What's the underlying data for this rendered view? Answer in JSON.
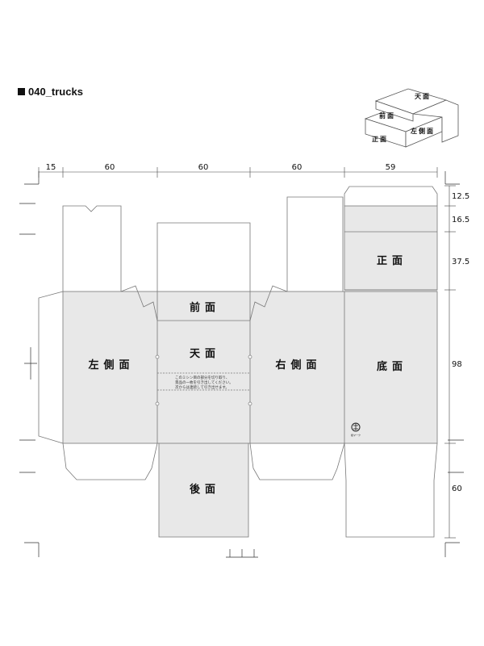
{
  "title": "040_trucks",
  "dimensions": {
    "horizontal": [
      "15",
      "60",
      "60",
      "60",
      "59"
    ],
    "vertical": [
      "12.5",
      "16.5",
      "37.5",
      "98",
      "60"
    ]
  },
  "panels": {
    "left_side": "左側面",
    "front": "前面",
    "top": "天面",
    "right_side": "右側面",
    "bottom": "底面",
    "face": "正面",
    "back": "後面"
  },
  "panel_note": [
    "このミシン目の部分を切り取り、",
    "景品の一枚を引き出してください。",
    "次からは連続して引き出せます。"
  ],
  "recycle_mark_label": "紙マーク",
  "preview_labels": {
    "top": "天面",
    "front": "前面",
    "face": "正面",
    "left_side": "左側面"
  },
  "colors": {
    "panel_fill": "#e8e8e8",
    "line": "#777777",
    "text": "#111111"
  }
}
